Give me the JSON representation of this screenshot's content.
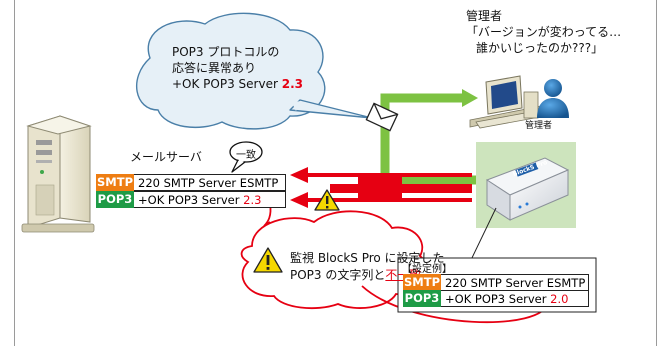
{
  "cloud_top": {
    "line1": "POP3 プロトコルの",
    "line2": "応答に異常あり",
    "line3_prefix": "+OK POP3 Server ",
    "line3_version": "2.3"
  },
  "admin": {
    "title": "管理者",
    "quote_line1": "「バージョンが変わってる…",
    "quote_line2": "誰かいじったのか???」",
    "icon_caption": "管理者"
  },
  "mail_server": {
    "label": "メールサーバ",
    "match_bubble": "一致",
    "rows": [
      {
        "tag": "SMTP",
        "text": "220 SMTP Server ESMTP",
        "version": ""
      },
      {
        "tag": "POP3",
        "text": "+OK POP3 Server ",
        "version": "2.3"
      }
    ]
  },
  "device": {
    "label": "BlockS Pro"
  },
  "settings": {
    "title": "【設定例】",
    "rows": [
      {
        "tag": "SMTP",
        "text": "220 SMTP Server ESMTP",
        "version": ""
      },
      {
        "tag": "POP3",
        "text": "+OK POP3 Server ",
        "version": "2.0"
      }
    ]
  },
  "cloud_bottom": {
    "line1": "監視 BlockS Pro に設定した",
    "line2_prefix": "POP3 の文字列と",
    "line2_mismatch": "不一致"
  },
  "colors": {
    "smtp": "#ee7d12",
    "pop3": "#1e9b46",
    "alert": "#e60012",
    "notify_arrow": "#7dc242",
    "warning": "#f5d800"
  },
  "icons": [
    "server-icon",
    "warning-icon",
    "mail-icon",
    "computer-icon",
    "user-icon",
    "device-icon"
  ]
}
